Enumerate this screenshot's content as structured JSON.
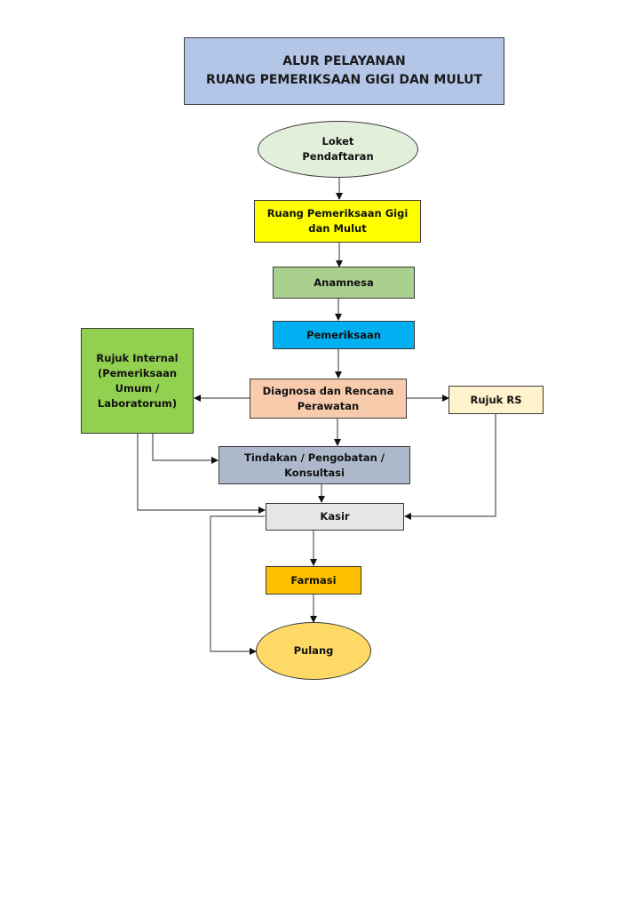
{
  "title": {
    "line1": "ALUR PELAYANAN",
    "line2": "RUANG PEMERIKSAAN GIGI DAN MULUT",
    "color": "#b4c6e7"
  },
  "nodes": {
    "loket": {
      "label": "Loket\nPendaftaran",
      "shape": "ellipse",
      "color": "#e2efda"
    },
    "ruang": {
      "label": "Ruang Pemeriksaan Gigi\ndan Mulut",
      "shape": "rect",
      "color": "#ffff00"
    },
    "anamnesa": {
      "label": "Anamnesa",
      "shape": "rect",
      "color": "#a9d08e"
    },
    "pemeriksaan": {
      "label": "Pemeriksaan",
      "shape": "rect",
      "color": "#00b0f0"
    },
    "diagnosa": {
      "label": "Diagnosa dan Rencana\nPerawatan",
      "shape": "rect",
      "color": "#f8cbad"
    },
    "rujuk_internal": {
      "label": "Rujuk Internal\n(Pemeriksaan\nUmum /\nLaboratorum)",
      "shape": "rect",
      "color": "#92d050"
    },
    "rujuk_rs": {
      "label": "Rujuk RS",
      "shape": "rect",
      "color": "#fff2cc"
    },
    "tindakan": {
      "label": "Tindakan / Pengobatan /\nKonsultasi",
      "shape": "rect",
      "color": "#adb9ca"
    },
    "kasir": {
      "label": "Kasir",
      "shape": "rect",
      "color": "#e7e6e6"
    },
    "farmasi": {
      "label": "Farmasi",
      "shape": "rect",
      "color": "#ffc000"
    },
    "pulang": {
      "label": "Pulang",
      "shape": "ellipse",
      "color": "#ffd966"
    }
  },
  "edges": [
    [
      "loket",
      "ruang"
    ],
    [
      "ruang",
      "anamnesa"
    ],
    [
      "anamnesa",
      "pemeriksaan"
    ],
    [
      "pemeriksaan",
      "diagnosa"
    ],
    [
      "diagnosa",
      "rujuk_internal"
    ],
    [
      "diagnosa",
      "rujuk_rs"
    ],
    [
      "diagnosa",
      "tindakan"
    ],
    [
      "rujuk_internal",
      "tindakan"
    ],
    [
      "rujuk_internal",
      "kasir"
    ],
    [
      "tindakan",
      "kasir"
    ],
    [
      "rujuk_rs",
      "kasir"
    ],
    [
      "kasir",
      "farmasi"
    ],
    [
      "kasir",
      "pulang"
    ],
    [
      "farmasi",
      "pulang"
    ]
  ]
}
